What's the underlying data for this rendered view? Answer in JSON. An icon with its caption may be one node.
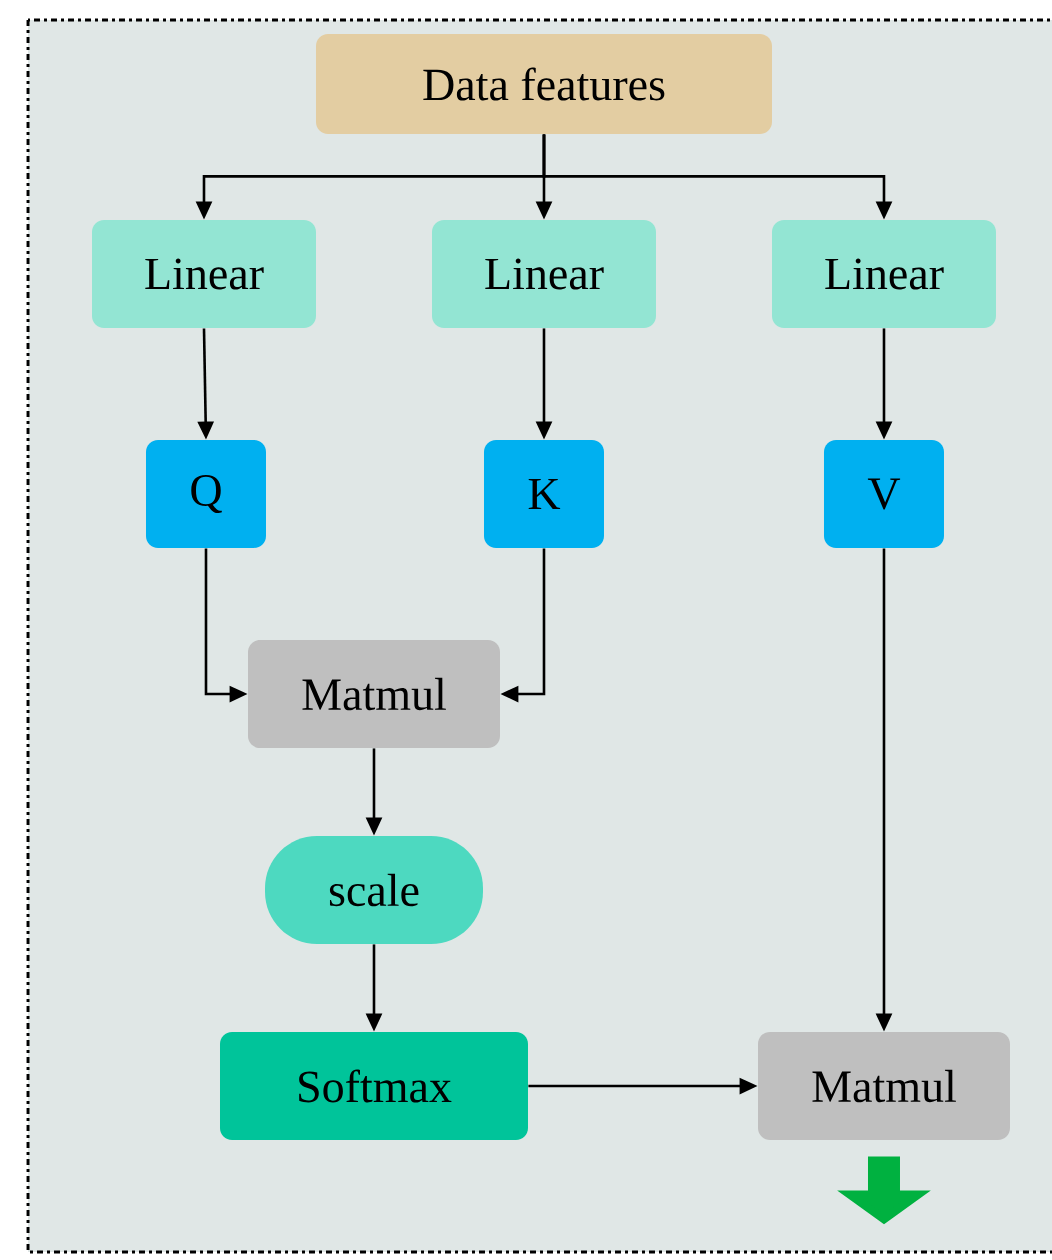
{
  "diagram": {
    "nodes": [
      {
        "text": [
          "Data features"
        ]
      },
      {
        "text": [
          "Linear"
        ]
      },
      {
        "text": [
          "Linear"
        ]
      },
      {
        "text": [
          "Linear"
        ]
      },
      {
        "text": [
          "Q"
        ]
      },
      {
        "text": [
          "K"
        ]
      },
      {
        "text": [
          "V"
        ]
      },
      {
        "text": [
          "Matmul"
        ]
      },
      {
        "text": [
          "scale"
        ]
      },
      {
        "text": [
          "Softmax"
        ]
      },
      {
        "text": [
          "Matmul"
        ]
      }
    ],
    "edges": [
      {
        "from": 0,
        "to": 1,
        "arrow": "to"
      },
      {
        "from": 0,
        "to": 2,
        "arrow": "to"
      },
      {
        "from": 0,
        "to": 3,
        "arrow": "to"
      },
      {
        "from": 1,
        "to": 4,
        "arrow": "to"
      },
      {
        "from": 2,
        "to": 5,
        "arrow": "to"
      },
      {
        "from": 3,
        "to": 6,
        "arrow": "to"
      },
      {
        "from": 4,
        "to": 7,
        "arrow": "to"
      },
      {
        "from": 5,
        "to": 7,
        "arrow": "to"
      },
      {
        "from": 7,
        "to": 8,
        "arrow": "to"
      },
      {
        "from": 8,
        "to": 9,
        "arrow": "to"
      },
      {
        "from": 6,
        "to": 10,
        "arrow": "to"
      },
      {
        "from": 9,
        "to": 10,
        "arrow": "to"
      },
      {
        "from": 10,
        "to": null,
        "arrow": "to",
        "style": "thick",
        "color": "#00b140"
      }
    ]
  }
}
